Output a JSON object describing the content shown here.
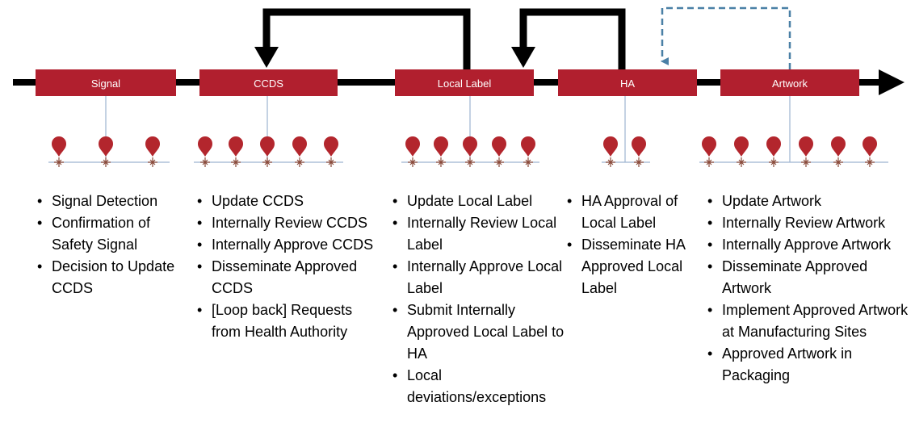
{
  "stages": [
    {
      "label": "Signal",
      "milestones": 3,
      "tasks": [
        "Signal Detection",
        "Confirmation of Safety Signal",
        "Decision to Update CCDS"
      ]
    },
    {
      "label": "CCDS",
      "milestones": 5,
      "tasks": [
        "Update CCDS",
        "Internally Review CCDS",
        "Internally Approve CCDS",
        "Disseminate Approved CCDS",
        "[Loop back] Requests from Health Authority"
      ]
    },
    {
      "label": "Local Label",
      "milestones": 5,
      "tasks": [
        "Update Local Label",
        "Internally Review Local Label",
        "Internally Approve Local Label",
        "Submit Internally Approved Local Label to HA",
        "Local deviations/exceptions"
      ]
    },
    {
      "label": "HA",
      "milestones": 2,
      "tasks": [
        "HA Approval of Local Label",
        "Disseminate HA Approved Local Label"
      ]
    },
    {
      "label": "Artwork",
      "milestones": 6,
      "tasks": [
        "Update Artwork",
        "Internally Review Artwork",
        "Internally Approve Artwork",
        "Disseminate Approved Artwork",
        "Implement Approved Artwork at Manufacturing Sites",
        "Approved Artwork in Packaging"
      ]
    }
  ],
  "loops": [
    {
      "from": "Local Label",
      "to": "CCDS",
      "style": "solid"
    },
    {
      "from": "HA",
      "to": "Local Label",
      "style": "solid"
    },
    {
      "from": "Artwork",
      "to": "HA",
      "style": "dashed"
    }
  ],
  "colors": {
    "stage_fill": "#b11f2e",
    "pin": "#b3262d",
    "timeline": "#000000",
    "dashed_loop": "#4a80a6",
    "guide_line": "#9db4d0"
  }
}
